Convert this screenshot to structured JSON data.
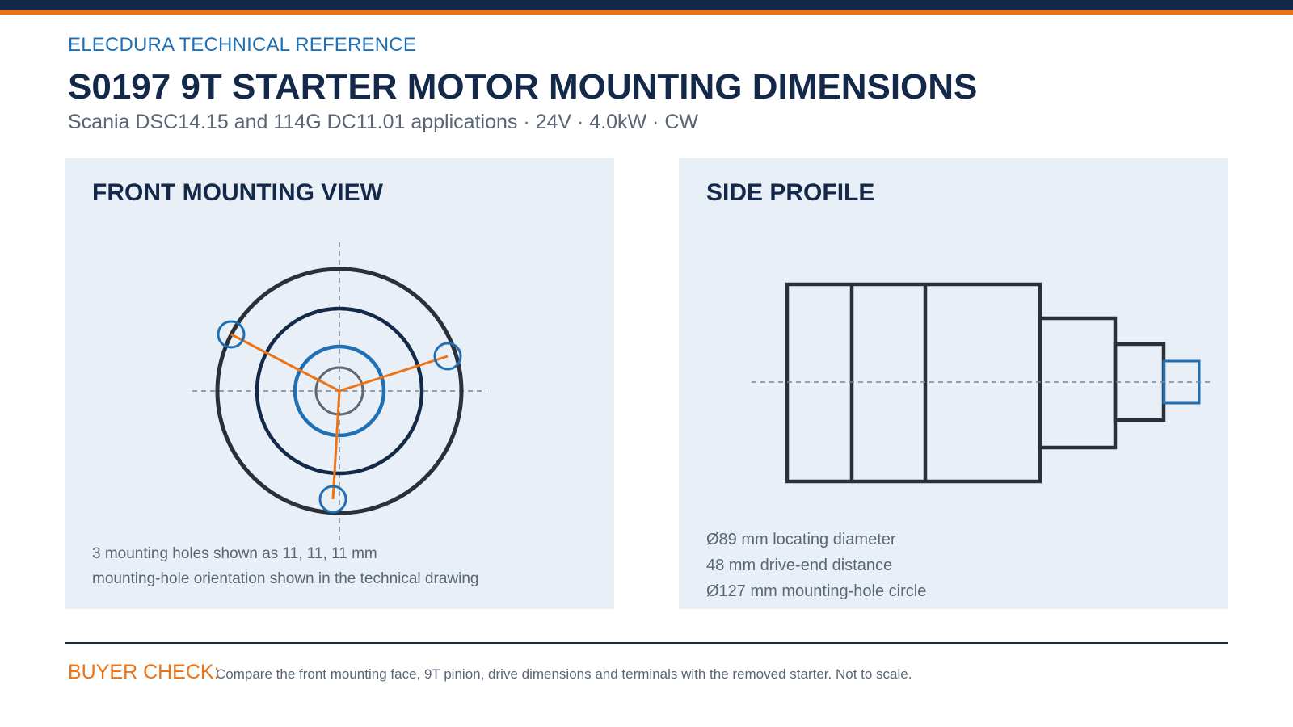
{
  "header": {
    "brand": "ELECDURA TECHNICAL REFERENCE",
    "title": "S0197 9T STARTER MOTOR MOUNTING DIMENSIONS",
    "subtitle": "Scania DSC14.15 and 114G DC11.01 applications · 24V · 4.0kW · CW"
  },
  "front_view": {
    "heading": "FRONT MOUNTING VIEW",
    "mounting_holes": 3,
    "notes": [
      "3 mounting holes shown as 11, 11, 11 mm",
      "mounting-hole orientation shown in the technical drawing"
    ]
  },
  "side_profile": {
    "heading": "SIDE PROFILE",
    "specs": [
      "Ø89 mm locating diameter",
      "48 mm drive-end distance",
      "Ø127 mm mounting-hole circle"
    ]
  },
  "footer": {
    "label": "BUYER CHECK:",
    "text": "Compare the front mounting face, 9T pinion, drive dimensions and terminals with the removed starter. Not to scale."
  },
  "colors": {
    "navy": "#14294a",
    "orange": "#ee7314",
    "blue": "#1f6fb5",
    "panel": "#e8eff6",
    "outline": "#2b3038",
    "text_grey": "#5a6676"
  }
}
